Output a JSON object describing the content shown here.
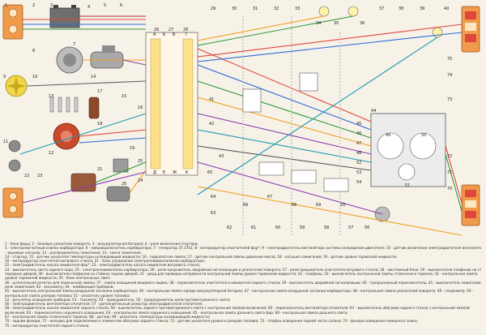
{
  "diagram": {
    "callouts": [
      "1",
      "2",
      "3",
      "4",
      "5",
      "6",
      "7",
      "8",
      "9",
      "10",
      "11",
      "12",
      "13",
      "14",
      "15",
      "16",
      "17",
      "18",
      "19",
      "20",
      "21",
      "22",
      "23",
      "24",
      "25",
      "26",
      "27",
      "28",
      "29",
      "30",
      "31",
      "32",
      "33",
      "34",
      "35",
      "36",
      "37",
      "38",
      "39",
      "40",
      "41",
      "42",
      "43",
      "44",
      "45",
      "46",
      "47",
      "48",
      "49",
      "50",
      "51",
      "52",
      "53",
      "54",
      "55",
      "56",
      "57",
      "58",
      "59",
      "60",
      "61",
      "62",
      "63",
      "64",
      "65",
      "66",
      "67",
      "68",
      "69",
      "70",
      "71",
      "72",
      "73",
      "74",
      "75"
    ],
    "connector_pins": [
      "А",
      "Б",
      "В",
      "Г",
      "Д",
      "Е",
      "Ж",
      "К"
    ]
  },
  "legend": {
    "lines": [
      "1 - блок-фары; 2 - боковые указатели поворота; 3 - аккумуляторная батарея; 4 - реле включения стартера;",
      "5 - электромагнитный клапан карбюратора; 6 - микровыключатель карбюратора; 7 - генератор 37.3701; 8 - моторедуктор очистителей фар*; 9 - электродвигатель вентилятора системы охлаждения двигателя; 10 - датчик включения электродвигателя вентилятора; 11",
      "- звуковые сигналы; 12 - распределитель зажигания; 13 - свечи зажигания;",
      "14 - стартер; 15 - датчик указателя температуры охлаждающей жидкости; 16 - подкапотная лампа; 17 - датчик контрольной лампы давления масла; 18 - катушка зажигания; 19 - датчик уровня тормозной жидкости;",
      "20 - моторедуктор очистителя ветрового стекла; 21 - блок управления электропневмоклапаном карбюратора;",
      "22 - электродвигатель насоса омывателя фар*; 23 - электродвигатель насоса омывателя ветрового стекла;",
      "24 - выключатель света заднего хода; 25 - электропневмоклапан карбюратора; 26 - реле-прерыватель аварийной сигнализации и указателей поворота; 27 - реле-прерыватель очистителя ветрового стекла; 28 - монтажный блок; 29 - выключатели плафонов на стойках",
      "передних дверей; 30 - выключатели плафонов на стойках задних дверей; 31 - диод для проверки исправности контрольной лампы уровня тормозной жидкости; 32 - плафоны; 33 - выключатель контрольной лампы стояночного тормоза; 34 - контрольная лампа",
      "уровня тормозной жидкости; 35 - блок контрольных ламп;",
      "36 - штепсельная розетка для переносной лампы; 37 - лампа освещения вещевого ящика; 38 - переключатель очистителя и омывателя заднего стекла; 39 - выключатель аварийной сигнализации; 40 - трехрычажный переключатель; 41 - выключатель зажигания; 42 -",
      "реле зажигания; 43 - эконометр; 44 - комбинация приборов;",
      "45 - выключатель контрольной лампы воздушной заслонки карбюратора; 46 - контрольная лампа заряда аккумуляторной батареи; 47 - контрольная лампа воздушной заслонки карбюратора; 48 - контрольная лампа указателей поворота; 49 - спидометр; 50 -",
      "контрольная лампа резерва топлива; 51 - указатель уровня топлива;",
      "52 - регулятор освещения приборов; 53 - тахометр; 54 - прикуриватель; 55 - предохранитель цепи противотуманного света;",
      "56 - электродвигатель вентилятора отопителя; 57 - дополнительный резистор электродвигателя отопителя;",
      "58 - электродвигатель насоса омывателя заднего стекла; 59 - выключатель заднего противотуманного света с контрольной лампой включения; 60 - переключатель вентилятора отопителя; 61 - выключатель обогрева заднего стекла с контрольной лампой",
      "включения; 62 - переключатель наружного освещения; 63 - контрольная лампа наружного освещения; 65 - контрольная лампа дальнего света фар; 66 - контрольная лампа дальнего света;",
      "67 - контрольная лампа стояночного тормоза; 68 - датчик; 69 - указатель температуры охлаждающей жидкости;",
      "70 - задние фонари; 71 - колодка для подключения к элементам обогрева заднего стекла; 72 - датчик указателя уровня и резерва топлива; 73 - плафон освещения задней части салона; 74 - фонари освещения номерного знака;",
      "75 - моторедуктор очистителя заднего стекла."
    ]
  }
}
